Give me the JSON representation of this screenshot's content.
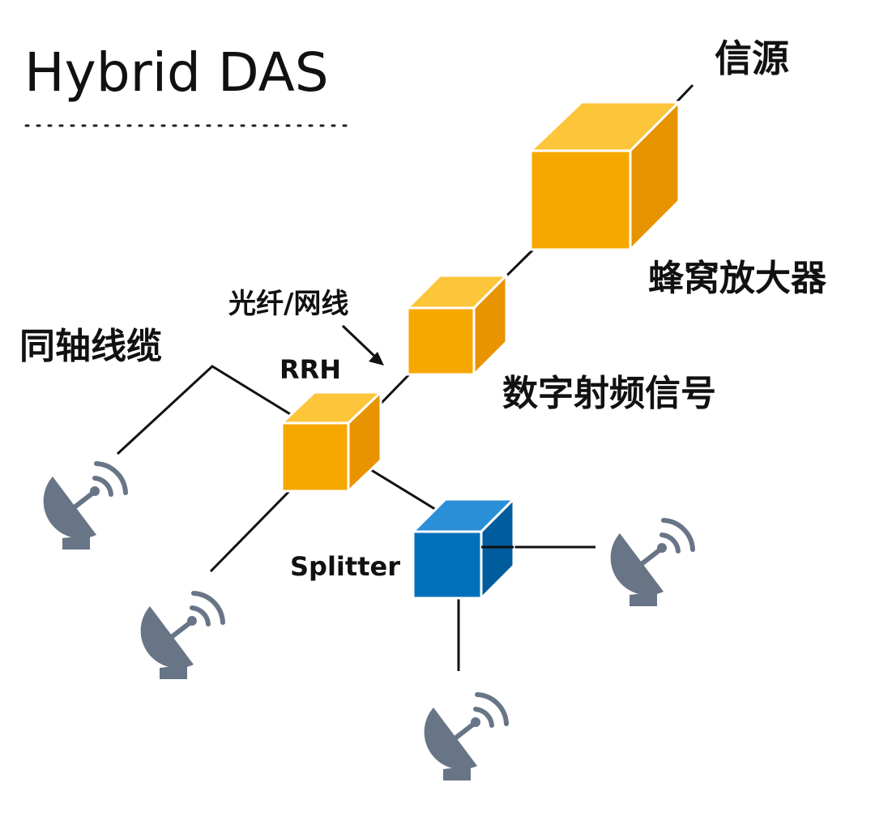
{
  "title": "Hybrid DAS",
  "labels": {
    "signal_source": "信源",
    "cellular_amplifier": "蜂窝放大器",
    "fiber_network_cable": "光纤/网线",
    "digital_rf_signal": "数字射频信号",
    "coax_cable": "同轴线缆",
    "rrh": "RRH",
    "splitter": "Splitter"
  },
  "colors": {
    "orange_front": "#f7a800",
    "orange_top": "#fcc53a",
    "orange_side": "#e89400",
    "blue_front": "#0070bb",
    "blue_top": "#2a8fd6",
    "blue_side": "#005d9d",
    "antenna": "#687587",
    "line": "#111111"
  },
  "icons": [
    "satellite-dish-icon"
  ]
}
